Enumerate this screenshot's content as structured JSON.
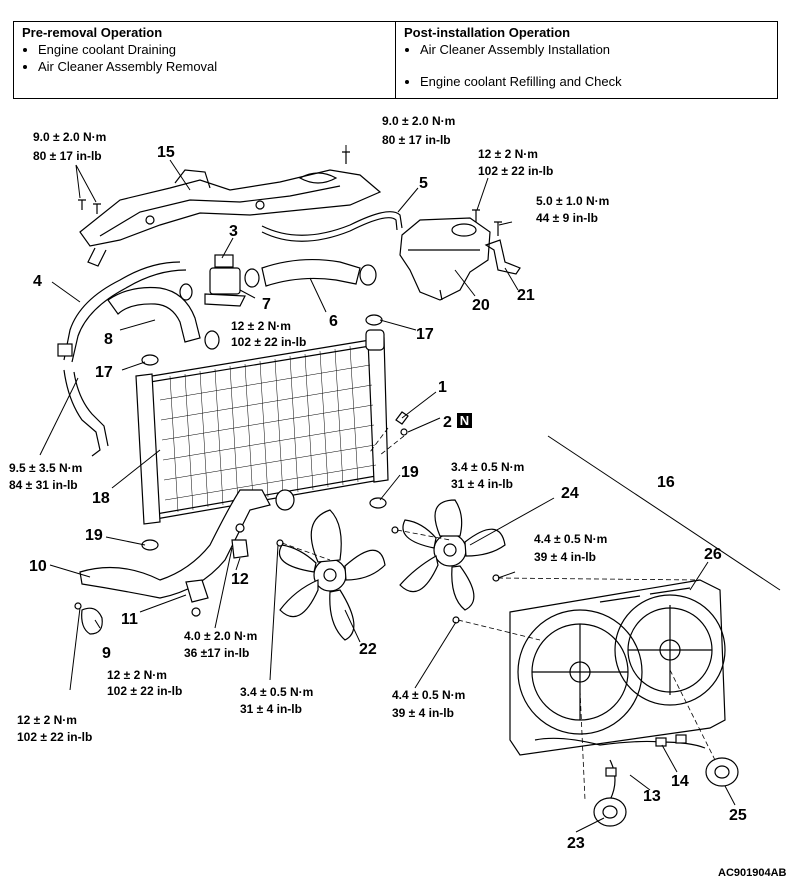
{
  "pre_removal": {
    "title": "Pre-removal Operation",
    "items": [
      "Engine coolant Draining",
      "Air Cleaner Assembly Removal"
    ]
  },
  "post_installation": {
    "title": "Post-installation Operation",
    "items": [
      "Air Cleaner Assembly Installation",
      "Engine coolant Refilling and Check"
    ]
  },
  "torques": {
    "t_top_left_a": "9.0 ± 2.0 N·m",
    "t_top_left_b": "80 ± 17 in-lb",
    "t_top_mid_a": "9.0 ± 2.0 N·m",
    "t_top_mid_b": "80 ± 17 in-lb",
    "t_tank_a": "12 ± 2 N·m",
    "t_tank_b": "102 ± 22 in-lb",
    "t_21_a": "5.0 ± 1.0 N·m",
    "t_21_b": "44 ± 9 in-lb",
    "t_7_a": "12 ± 2 N·m",
    "t_7_b": "102 ± 22 in-lb",
    "t_left_a": "9.5 ± 3.5 N·m",
    "t_left_b": "84 ± 31 in-lb",
    "t_fan24_a": "3.4 ± 0.5 N·m",
    "t_fan24_b": "31 ± 4 in-lb",
    "t_shroud_a": "4.4 ± 0.5 N·m",
    "t_shroud_b": "39 ± 4 in-lb",
    "t_12_a": "4.0 ± 2.0 N·m",
    "t_12_b": "36 ±17 in-lb",
    "t_11_a": "12 ± 2 N·m",
    "t_11_b": "102 ± 22 in-lb",
    "t_9_a": "12 ± 2 N·m",
    "t_9_b": "102 ± 22 in-lb",
    "t_fan22_a": "3.4 ± 0.5 N·m",
    "t_fan22_b": "31 ± 4 in-lb",
    "t_shroud2_a": "4.4 ± 0.5 N·m",
    "t_shroud2_b": "39 ± 4 in-lb"
  },
  "part_numbers": {
    "p1": "1",
    "p2": "2",
    "p2_badge": "N",
    "p3": "3",
    "p4": "4",
    "p5": "5",
    "p6": "6",
    "p7": "7",
    "p8": "8",
    "p9": "9",
    "p10": "10",
    "p11": "11",
    "p12": "12",
    "p13": "13",
    "p14": "14",
    "p15": "15",
    "p16": "16",
    "p17a": "17",
    "p17b": "17",
    "p18": "18",
    "p19a": "19",
    "p19b": "19",
    "p20": "20",
    "p21": "21",
    "p22": "22",
    "p23": "23",
    "p24": "24",
    "p25": "25",
    "p26": "26"
  },
  "figure_ref": "AC901904AB"
}
